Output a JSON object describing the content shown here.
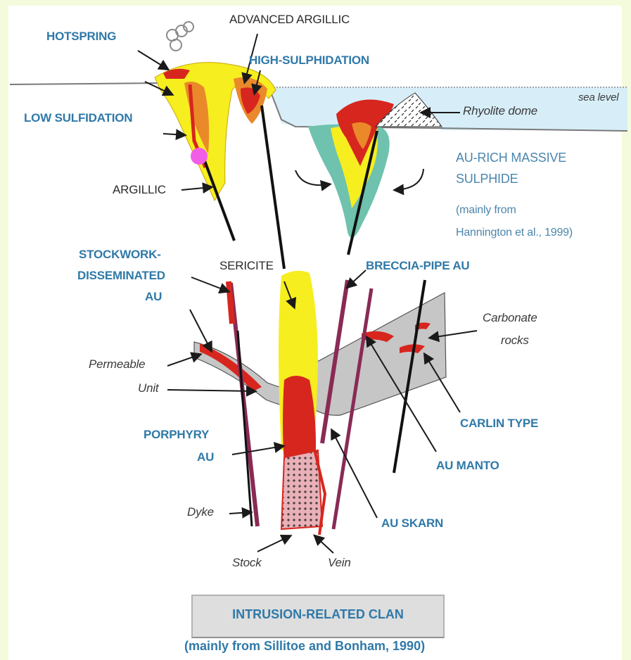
{
  "labels": {
    "hotspring": "HOTSPRING",
    "advanced_argillic": "ADVANCED ARGILLIC",
    "high_sulphidation": "HIGH-SULPHIDATION",
    "sea_level": "sea level",
    "low_sulfidation": "LOW SULFIDATION",
    "rhyolite_dome": "Rhyolite dome",
    "au_rich_massive_sulphide": [
      "AU-RICH MASSIVE",
      "SULPHIDE"
    ],
    "hannington_ref": [
      "(mainly from",
      "Hannington et al., 1999)"
    ],
    "argillic": "ARGILLIC",
    "stockwork_disseminated_au": [
      "STOCKWORK-",
      "DISSEMINATED",
      "AU"
    ],
    "sericite": "SERICITE",
    "breccia_pipe_au": "BRECCIA-PIPE AU",
    "carbonate_rocks": [
      "Carbonate",
      "rocks"
    ],
    "permeable_unit": [
      "Permeable",
      "Unit"
    ],
    "carlin_type": "CARLIN TYPE",
    "porphyry_au": [
      "PORPHYRY",
      "AU"
    ],
    "au_manto": "AU MANTO",
    "dyke": "Dyke",
    "au_skarn": "AU SKARN",
    "stock": "Stock",
    "vein": "Vein"
  },
  "clan": {
    "title": "INTRUSION-RELATED CLAN",
    "source": "(mainly from Sillitoe and Bonham, 1990)"
  },
  "colors": {
    "yellow": "#f6ee1e",
    "red": "#d7261e",
    "orange": "#e9892a",
    "teal": "#6fc2ad",
    "water": "#d7eef8",
    "carbonate": "#c6c6c6",
    "stock_pink": "#e8b0b7",
    "purple": "#8a2a55",
    "label_blue": "#2f79a8",
    "marker_magenta": "#f25de7",
    "background": "#f4fbdc"
  }
}
